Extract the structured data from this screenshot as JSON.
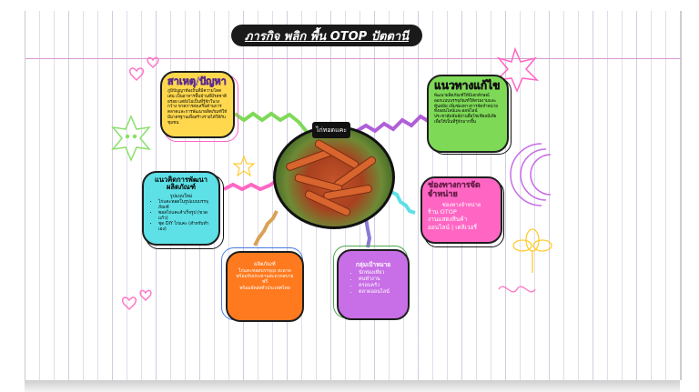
{
  "title": "ภารกิจ พลิก พื้น OTOP ปัตตานี",
  "center": {
    "label": "ไก่ทอดแคะ"
  },
  "cards": {
    "problem": {
      "heading": "สาเหตุ/ปัญหา",
      "text": "ภูมิปัญญาท้องถิ่นที่มีความโดดเด่น เป็นอาหารพื้นบ้านที่มีรสชาติอร่อย แต่ยังไม่เป็นที่รู้จักในวงกว้าง ขาดการส่งเสริมด้านการตลาดและการพัฒนาผลิตภัณฑ์ให้มีมาตรฐานเพื่อสร้างรายได้ให้กับชุมชน"
    },
    "solution": {
      "heading": "แนวทางแก้ไข",
      "text": "พัฒนาผลิตภัณฑ์ให้มีเอกลักษณ์ ออกแบบบรรจุภัณฑ์ให้สวยงามและทันสมัย เพิ่มช่องทางการจัดจำหน่ายทั้งออนไลน์และออฟไลน์ ประชาสัมพันธ์ผ่านสื่อโซเชียลมีเดียเพื่อให้เป็นที่รู้จักมากขึ้น"
    },
    "develop": {
      "heading": "แนวคิดการพัฒนาผลิตภัณฑ์",
      "intro": "รูปแบบใหม่",
      "items": [
        "ไก่แคะทอดในรูปแบบบรรจุภัณฑ์",
        "ซอสไก่แคะสำเร็จรูป (ขวดแก้ว)",
        "ชุด DIY ไก่แคะ (สำหรับทำเอง)"
      ]
    },
    "channel": {
      "heading": "ช่องทางการจัดจำหน่าย",
      "sub": "ช่องทางจำหน่าย",
      "items": [
        "ร้าน OTOP",
        "งานแสดงสินค้า",
        "ออนไลน์ | เดลิเวอรี่"
      ]
    },
    "product": {
      "lines": [
        "ผลิตภัณฑ์",
        "ไก่แคะทอดบรรจุถุง สะอาด",
        "พร้อมรับประทานสะดวกสบาย",
        "ฟรี",
        "พร้อมจัดส่งทั่วประเทศไทย"
      ]
    },
    "target": {
      "heading": "กลุ่มเป้าหมาย",
      "items": [
        "นักท่องเที่ยว",
        "คนทำงาน",
        "ครอบครัว",
        "ตลาดออนไลน์"
      ]
    }
  },
  "colors": {
    "yellow": "#ffd84d",
    "green": "#7ed957",
    "cyan": "#5de0e6",
    "pink": "#ff66c4",
    "orange": "#ff7a1f",
    "purple": "#c86ee6"
  }
}
